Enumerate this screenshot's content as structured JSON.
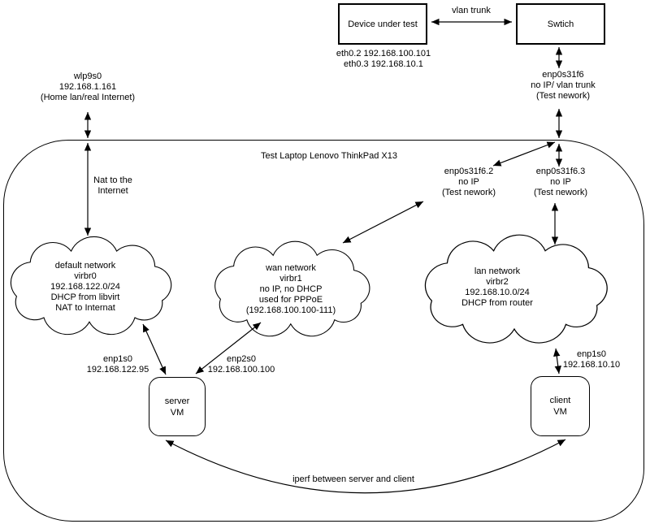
{
  "title": "Test Laptop Lenovo ThinkPad X13",
  "nodes": {
    "device_under_test": {
      "label": "Device under test"
    },
    "switch": {
      "label": "Swtich"
    },
    "server_vm": {
      "line1": "server",
      "line2": "VM"
    },
    "client_vm": {
      "line1": "client",
      "line2": "VM"
    }
  },
  "links": {
    "vlan_trunk": "vlan trunk",
    "nat": {
      "line1": "Nat to the",
      "line2": "Internet"
    },
    "iperf": "iperf between server and client"
  },
  "interfaces": {
    "dut": {
      "line1": "eth0.2 192.168.100.101",
      "line2": "eth0.3 192.168.10.1"
    },
    "wlp9s0": {
      "line1": "wlp9s0",
      "line2": "192.168.1.161",
      "line3": "(Home lan/real Internet)"
    },
    "enp0s31f6": {
      "line1": "enp0s31f6",
      "line2": "no IP/ vlan trunk",
      "line3": "(Test nework)"
    },
    "enp0s31f6_2": {
      "line1": "enp0s31f6.2",
      "line2": "no IP",
      "line3": "(Test nework)"
    },
    "enp0s31f6_3": {
      "line1": "enp0s31f6.3",
      "line2": "no IP",
      "line3": "(Test nework)"
    },
    "server_enp1s0": {
      "line1": "enp1s0",
      "line2": "192.168.122.95"
    },
    "server_enp2s0": {
      "line1": "enp2s0",
      "line2": "192.168.100.100"
    },
    "client_enp1s0": {
      "line1": "enp1s0",
      "line2": "192.168.10.10"
    }
  },
  "clouds": {
    "default_network": {
      "line1": "default network",
      "line2": "virbr0",
      "line3": "192.168.122.0/24",
      "line4": "DHCP from libvirt",
      "line5": "NAT to Internat"
    },
    "wan_network": {
      "line1": "wan network",
      "line2": "virbr1",
      "line3": "no IP, no DHCP",
      "line4": "used for PPPoE",
      "line5": "(192.168.100.100-111)"
    },
    "lan_network": {
      "line1": "lan network",
      "line2": "virbr2",
      "line3": "192.168.10.0/24",
      "line4": "DHCP from router"
    }
  }
}
